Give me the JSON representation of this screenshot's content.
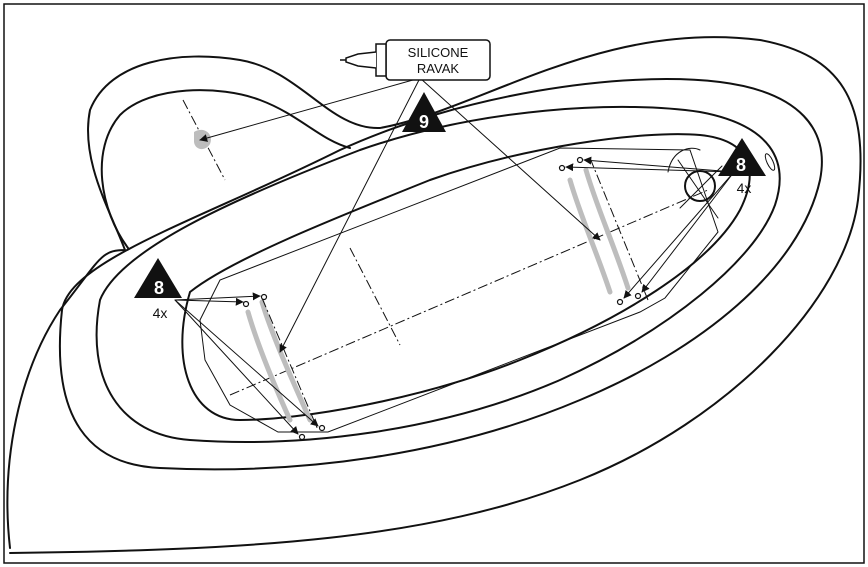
{
  "tube": {
    "line1": "SILICONE",
    "line2": "RAVAK"
  },
  "badges": {
    "left_number": "8",
    "left_count": "4x",
    "right_number": "8",
    "right_count": "4x",
    "center_number": "9"
  },
  "colors": {
    "ink": "#111111",
    "sealant": "#bdbdbd",
    "badge_fill": "#111111",
    "badge_text": "#ffffff"
  }
}
